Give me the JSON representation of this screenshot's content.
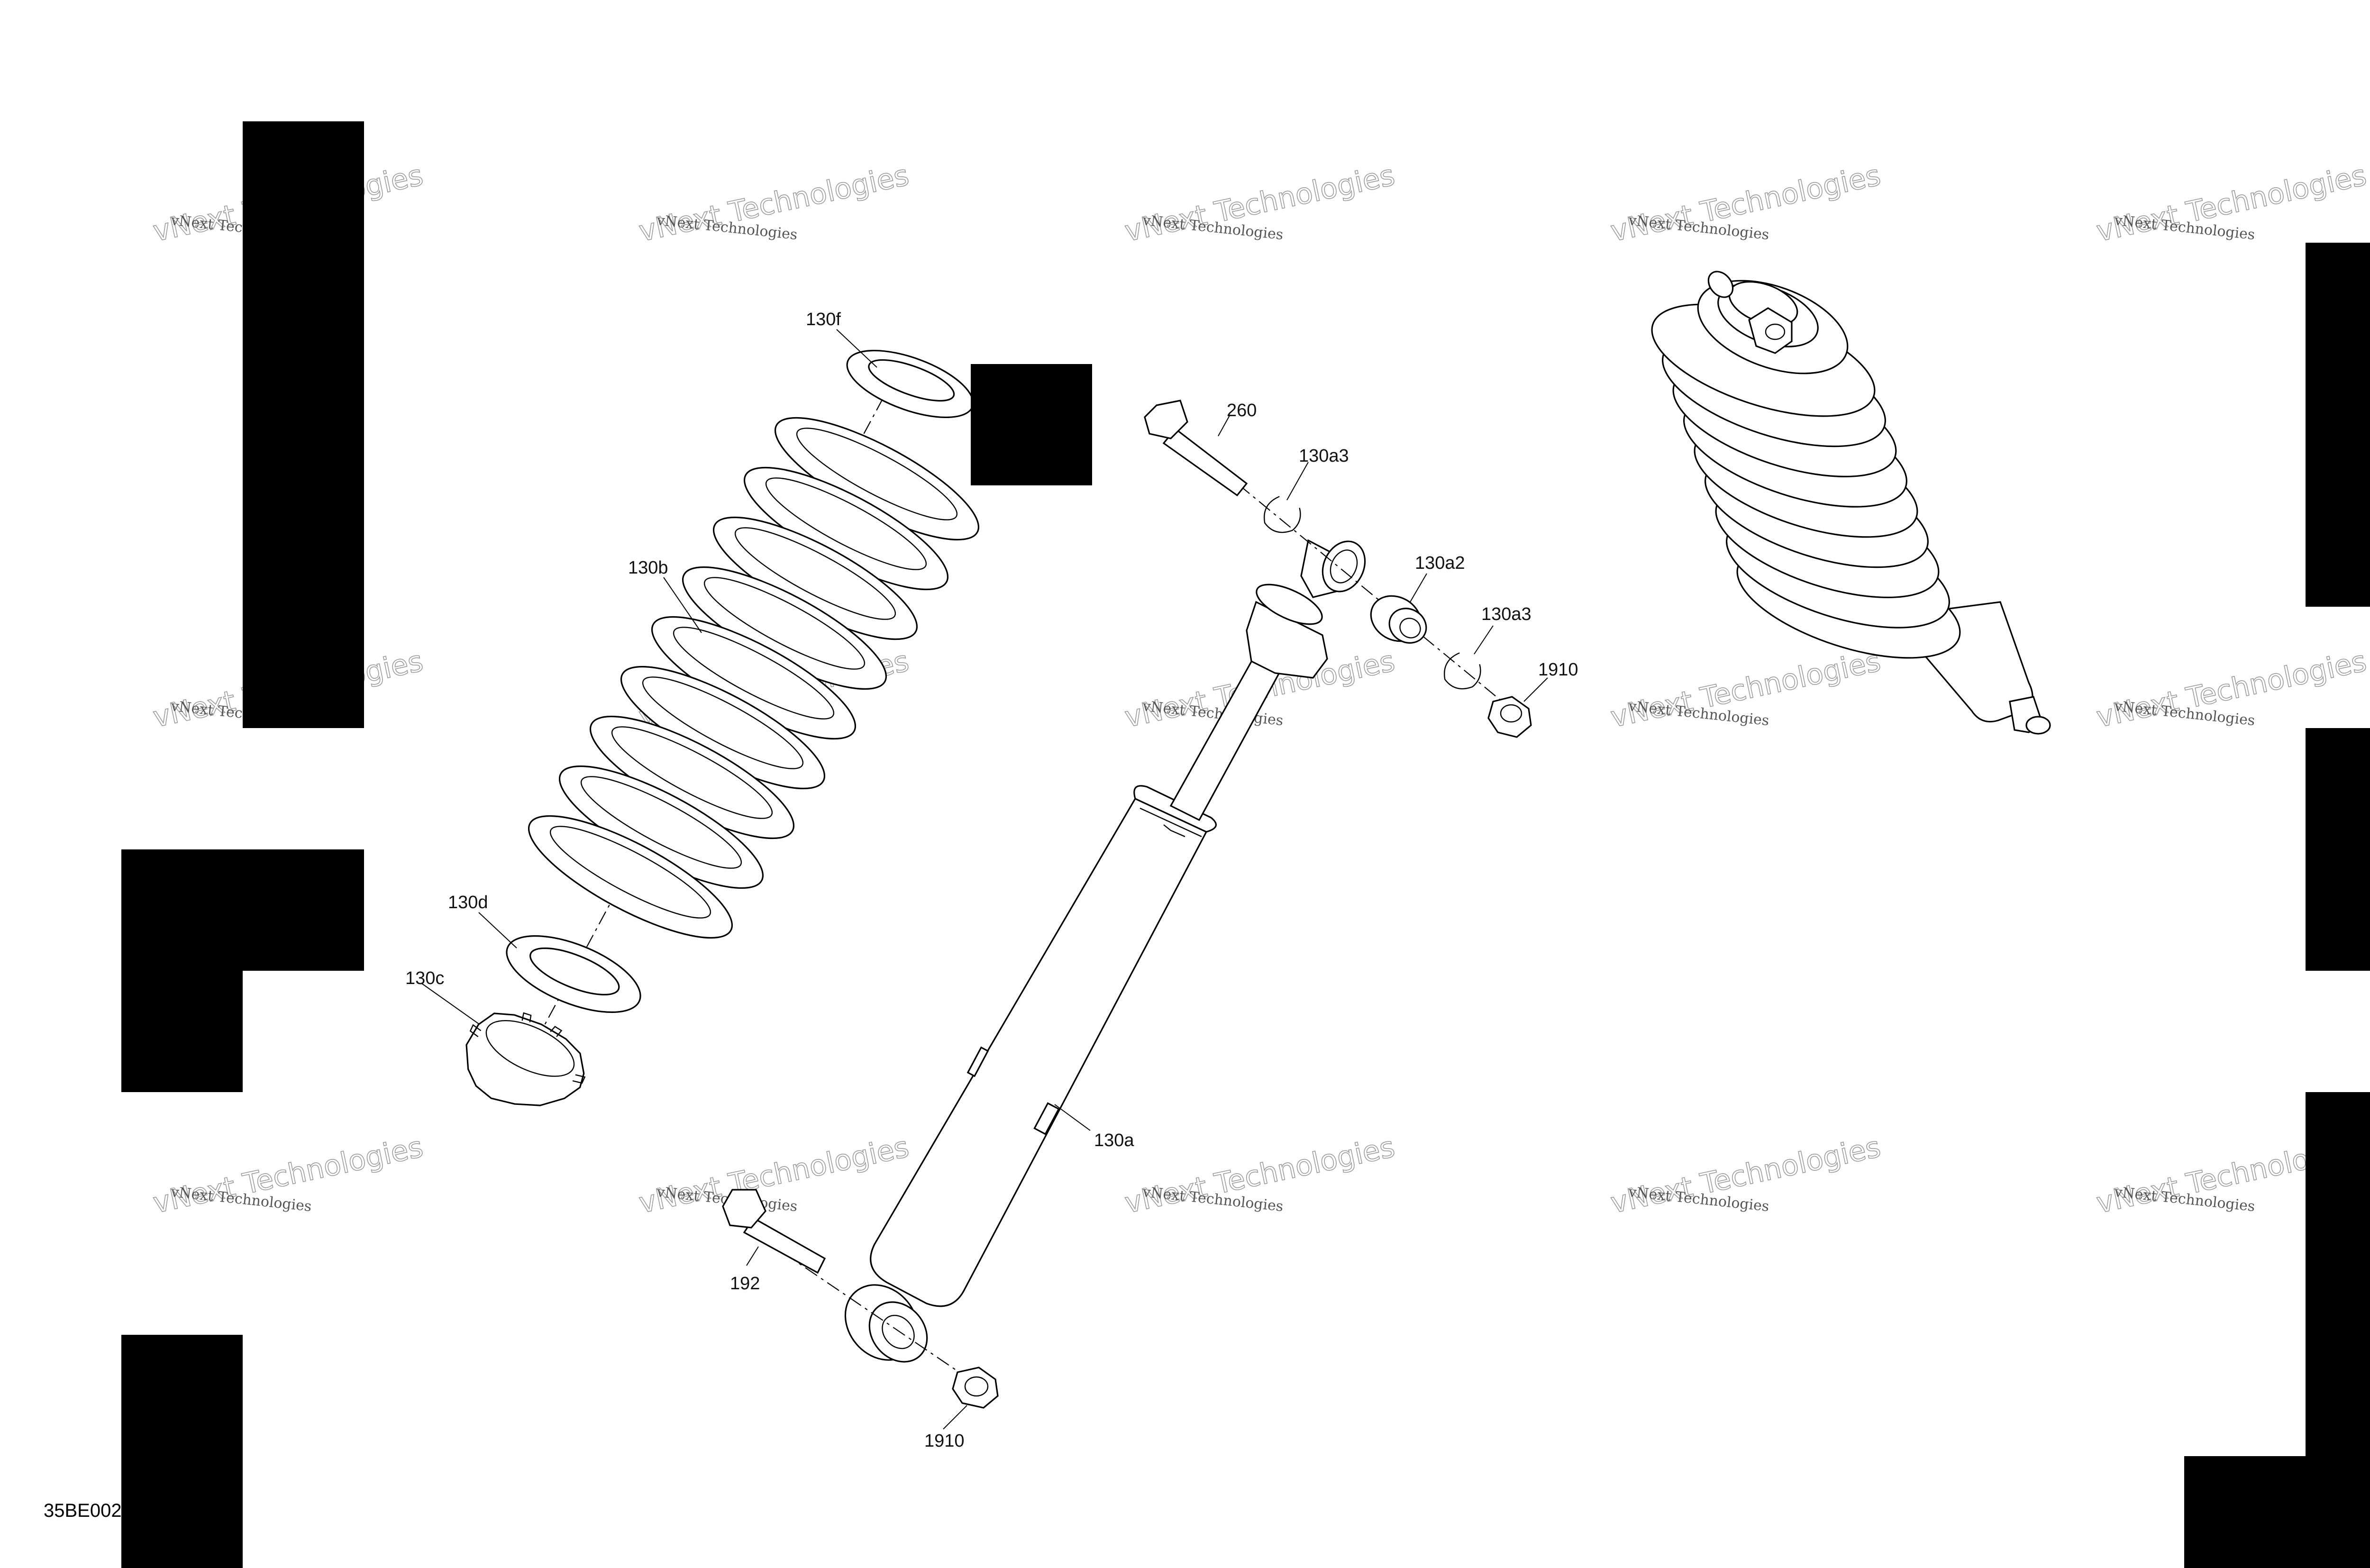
{
  "drawing": {
    "code": "35BE002",
    "watermark": {
      "line1": "vNext Technologies",
      "line2": "vNext Technologies"
    },
    "callouts": [
      {
        "id": "130f",
        "text": "130f"
      },
      {
        "id": "130b",
        "text": "130b"
      },
      {
        "id": "130d",
        "text": "130d"
      },
      {
        "id": "130c",
        "text": "130c"
      },
      {
        "id": "260",
        "text": "260"
      },
      {
        "id": "130a3-top",
        "text": "130a3"
      },
      {
        "id": "130a2",
        "text": "130a2"
      },
      {
        "id": "130a3-bottom",
        "text": "130a3"
      },
      {
        "id": "1910-top",
        "text": "1910"
      },
      {
        "id": "130a",
        "text": "130a"
      },
      {
        "id": "192",
        "text": "192"
      },
      {
        "id": "1910-bottom",
        "text": "1910"
      }
    ]
  }
}
